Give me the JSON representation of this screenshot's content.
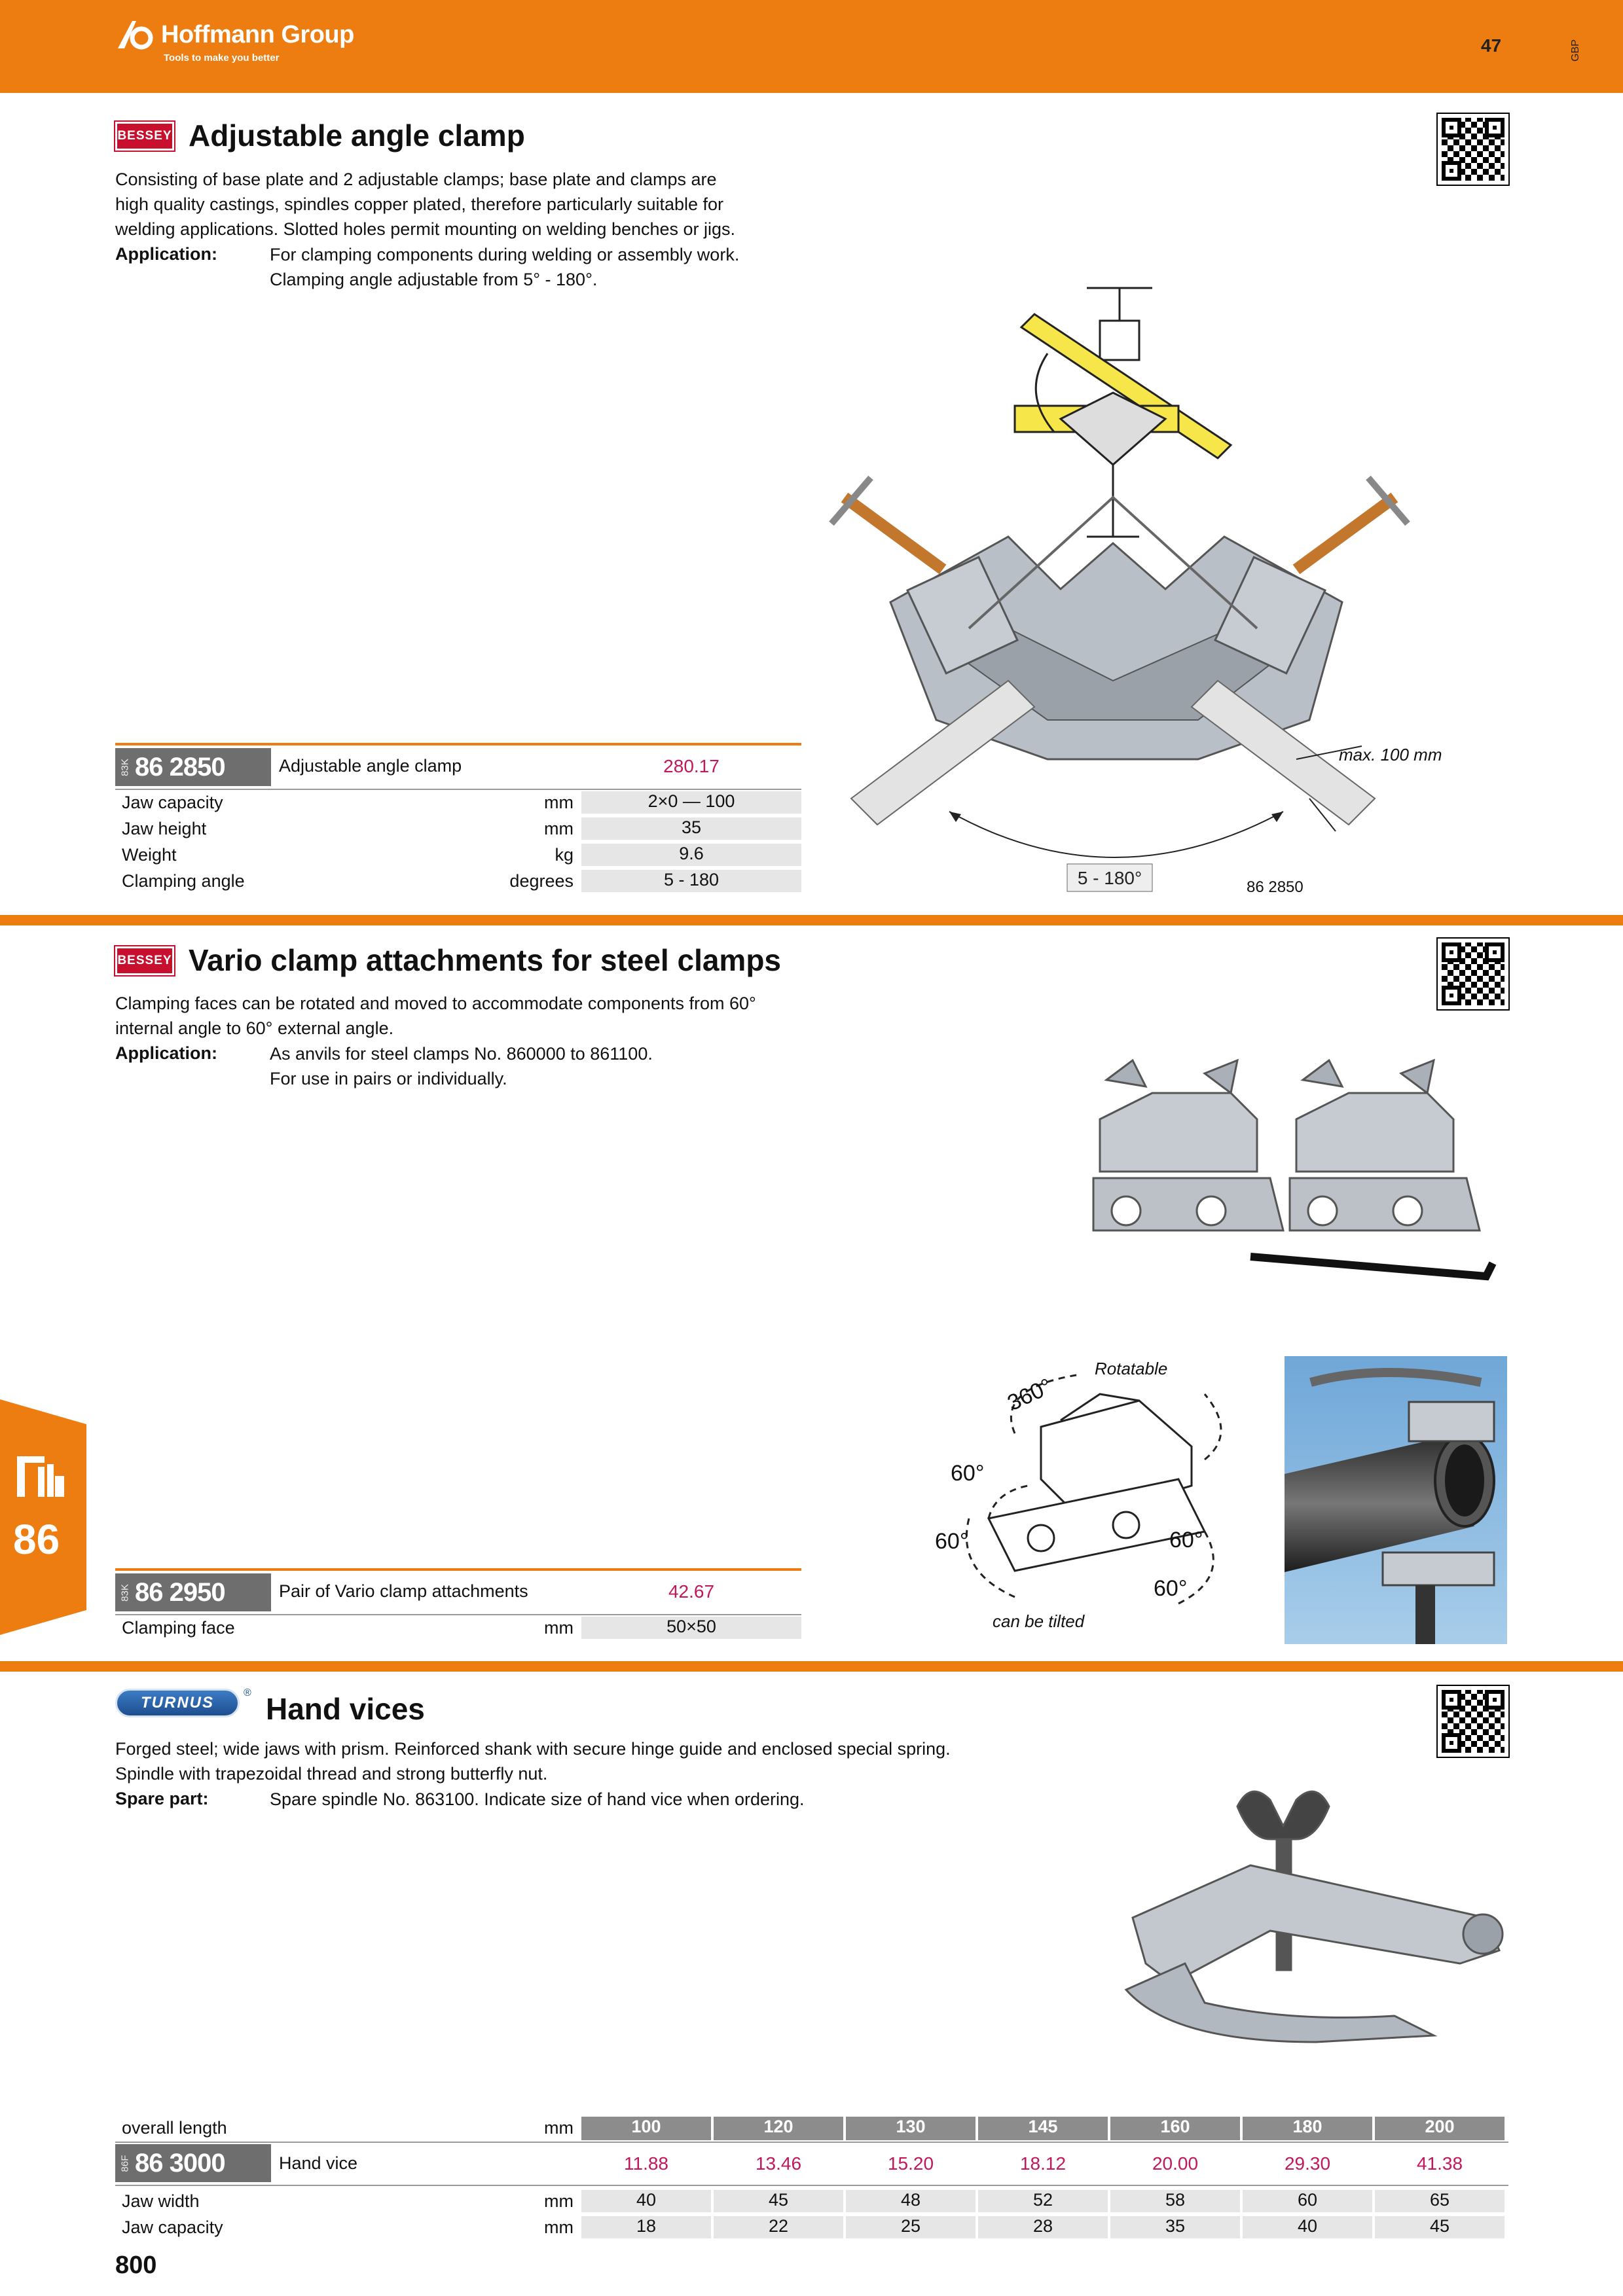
{
  "header": {
    "brand_name": "Hoffmann Group",
    "tagline": "Tools to make you better",
    "page_number": "47",
    "lang_code": "GBP"
  },
  "side_tab": {
    "chapter": "86"
  },
  "footer": {
    "page_number": "800"
  },
  "sections": [
    {
      "brand": "BESSEY",
      "title": "Adjustable angle clamp",
      "description": "Consisting of base plate and 2 adjustable clamps; base plate and clamps are high quality castings, spindles copper plated, therefore particularly suitable for welding applications. Slotted holes permit mounting on welding benches or jigs.",
      "description_lines": [
        "Consisting of base plate and 2 adjustable clamps; base plate and clamps are",
        "high quality castings, spindles copper plated, therefore particularly suitable for",
        "welding applications. Slotted holes permit mounting on welding benches or jigs."
      ],
      "info_label": "Application:",
      "info_lines": [
        "For clamping components during welding or assembly work.",
        "Clamping angle adjustable from 5° - 180°."
      ],
      "figure_labels": {
        "max": "max. 100 mm",
        "range": "5 - 180°",
        "article": "86 2850"
      },
      "table": {
        "prefix": "83K",
        "article": "86 2850",
        "name": "Adjustable angle clamp",
        "price": "280.17",
        "rows": [
          {
            "label": "Jaw capacity",
            "unit": "mm",
            "value": "2×0 — 100"
          },
          {
            "label": "Jaw height",
            "unit": "mm",
            "value": "35"
          },
          {
            "label": "Weight",
            "unit": "kg",
            "value": "9.6"
          },
          {
            "label": "Clamping angle",
            "unit": "degrees",
            "value": "5 - 180"
          }
        ]
      }
    },
    {
      "brand": "BESSEY",
      "title": "Vario clamp attachments for steel clamps",
      "description_lines": [
        "Clamping faces can be rotated and moved to accommodate components from 60°",
        "internal angle to 60° external angle."
      ],
      "info_label": "Application:",
      "info_lines": [
        "As anvils for steel clamps No. 860000 to 861100.",
        "For use in pairs or individually."
      ],
      "figure_labels": {
        "rotatable": "Rotatable",
        "deg360": "360°",
        "deg60a": "60°",
        "deg60b": "60°",
        "deg60c": "60°",
        "deg60d": "60°",
        "tilted": "can be tilted"
      },
      "table": {
        "prefix": "83K",
        "article": "86 2950",
        "name": "Pair of Vario clamp attachments",
        "price": "42.67",
        "rows": [
          {
            "label": "Clamping face",
            "unit": "mm",
            "value": "50×50"
          }
        ]
      }
    },
    {
      "brand": "TURNUS",
      "title": "Hand vices",
      "description_lines": [
        "Forged steel; wide jaws with prism. Reinforced shank with secure hinge guide and enclosed special spring.",
        "Spindle with trapezoidal thread and strong butterfly nut."
      ],
      "info_label": "Spare part:",
      "info_lines": [
        "Spare spindle No. 863100. Indicate size of hand vice when ordering."
      ],
      "table": {
        "prefix": "86F",
        "article": "86 3000",
        "name": "Hand vice",
        "size_label": "overall length",
        "size_unit": "mm",
        "sizes": [
          "100",
          "120",
          "130",
          "145",
          "160",
          "180",
          "200"
        ],
        "prices": [
          "11.88",
          "13.46",
          "15.20",
          "18.12",
          "20.00",
          "29.30",
          "41.38"
        ],
        "rows": [
          {
            "label": "Jaw width",
            "unit": "mm",
            "values": [
              "40",
              "45",
              "48",
              "52",
              "58",
              "60",
              "65"
            ]
          },
          {
            "label": "Jaw capacity",
            "unit": "mm",
            "values": [
              "18",
              "22",
              "25",
              "28",
              "35",
              "40",
              "45"
            ]
          }
        ]
      }
    }
  ],
  "colors": {
    "accent": "#ee7d11",
    "price": "#c2185b",
    "bessey_red": "#c8102e",
    "turnus_blue": "#1d4e8f",
    "table_grey": "#e6e6e6",
    "article_grey": "#6e6e6e"
  }
}
